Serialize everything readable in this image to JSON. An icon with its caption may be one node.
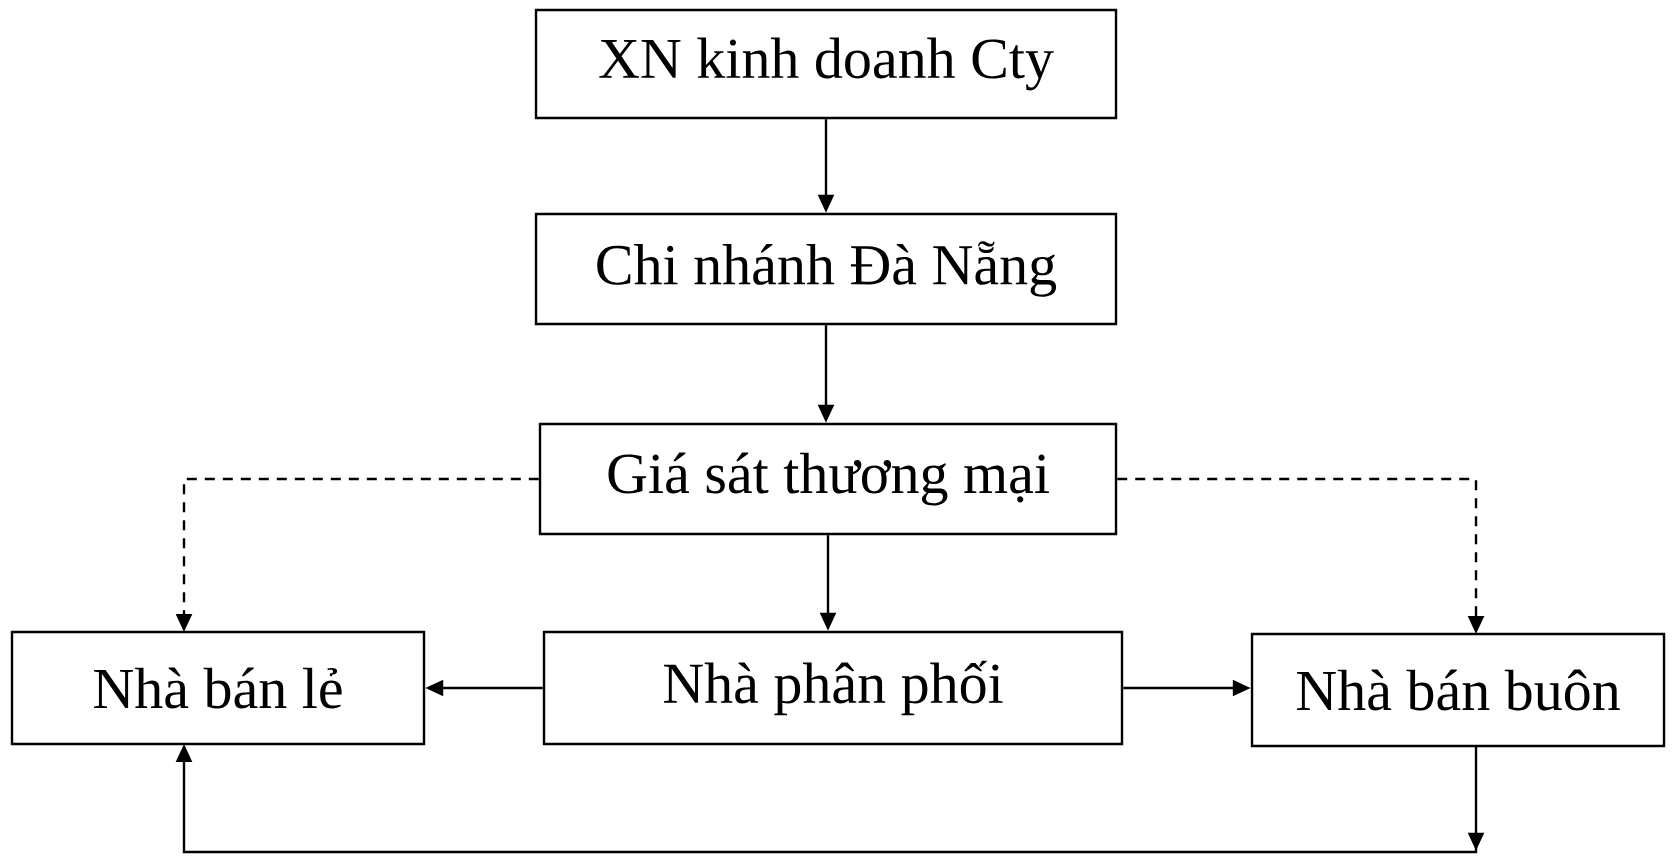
{
  "diagram": {
    "nodes": [
      {
        "text": [
          "XN kinh doanh Cty"
        ]
      },
      {
        "text": [
          "Chi nhánh Đà Nẵng"
        ]
      },
      {
        "text": [
          "Giá sát thương mại"
        ]
      },
      {
        "text": [
          "Nhà bán lẻ"
        ]
      },
      {
        "text": [
          "Nhà phân phối"
        ]
      },
      {
        "text": [
          "Nhà bán buôn"
        ]
      }
    ],
    "edges": [
      {
        "from": 0,
        "to": 1,
        "arrow": "to"
      },
      {
        "from": 1,
        "to": 2,
        "arrow": "to"
      },
      {
        "from": 2,
        "to": 3,
        "arrow": "to",
        "style": "dashed"
      },
      {
        "from": 2,
        "to": 4,
        "arrow": "to"
      },
      {
        "from": 2,
        "to": 5,
        "arrow": "to",
        "style": "dashed"
      },
      {
        "from": 4,
        "to": 3,
        "arrow": "to"
      },
      {
        "from": 4,
        "to": 5,
        "arrow": "to"
      },
      {
        "from": 5,
        "to": 3,
        "arrow": "to"
      }
    ]
  }
}
